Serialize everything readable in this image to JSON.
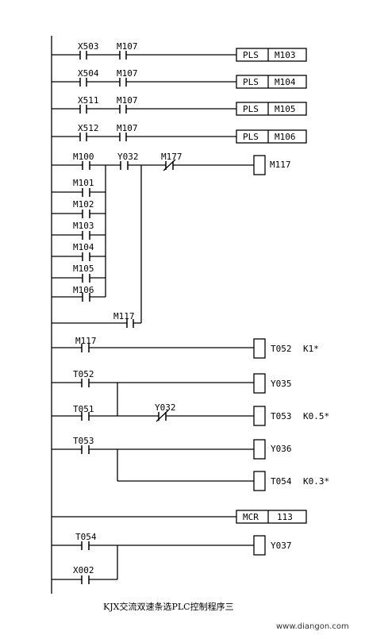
{
  "rungs": {
    "r1": {
      "contact1": "X503",
      "contact2": "M107",
      "inst": "PLS",
      "operand": "M103"
    },
    "r2": {
      "contact1": "X504",
      "contact2": "M107",
      "inst": "PLS",
      "operand": "M104"
    },
    "r3": {
      "contact1": "X511",
      "contact2": "M107",
      "inst": "PLS",
      "operand": "M105"
    },
    "r4": {
      "contact1": "X512",
      "contact2": "M107",
      "inst": "PLS",
      "operand": "M106"
    },
    "r5": {
      "parallel": [
        "M100",
        "M101",
        "M102",
        "M103",
        "M104",
        "M105",
        "M106"
      ],
      "contact2": "Y032",
      "contact3": "M177",
      "coil": "M117",
      "seal": "M117"
    },
    "r6": {
      "contact": "M117",
      "coil": "T052",
      "k": "K1*"
    },
    "r7": {
      "contact": "T052",
      "coil": "Y035"
    },
    "r8": {
      "contact": "T051",
      "contact2": "Y032",
      "coil": "T053",
      "k": "K0.5*"
    },
    "r9": {
      "contact": "T053",
      "coil1": "Y036",
      "coil2": "T054",
      "k2": "K0.3*"
    },
    "r10": {
      "inst": "MCR",
      "operand": "113"
    },
    "r11": {
      "contact1": "T054",
      "contact2": "X002",
      "coil": "Y037"
    }
  },
  "caption": "KJX交流双速条选PLC控制程序三",
  "watermark": "www.diangon.com"
}
